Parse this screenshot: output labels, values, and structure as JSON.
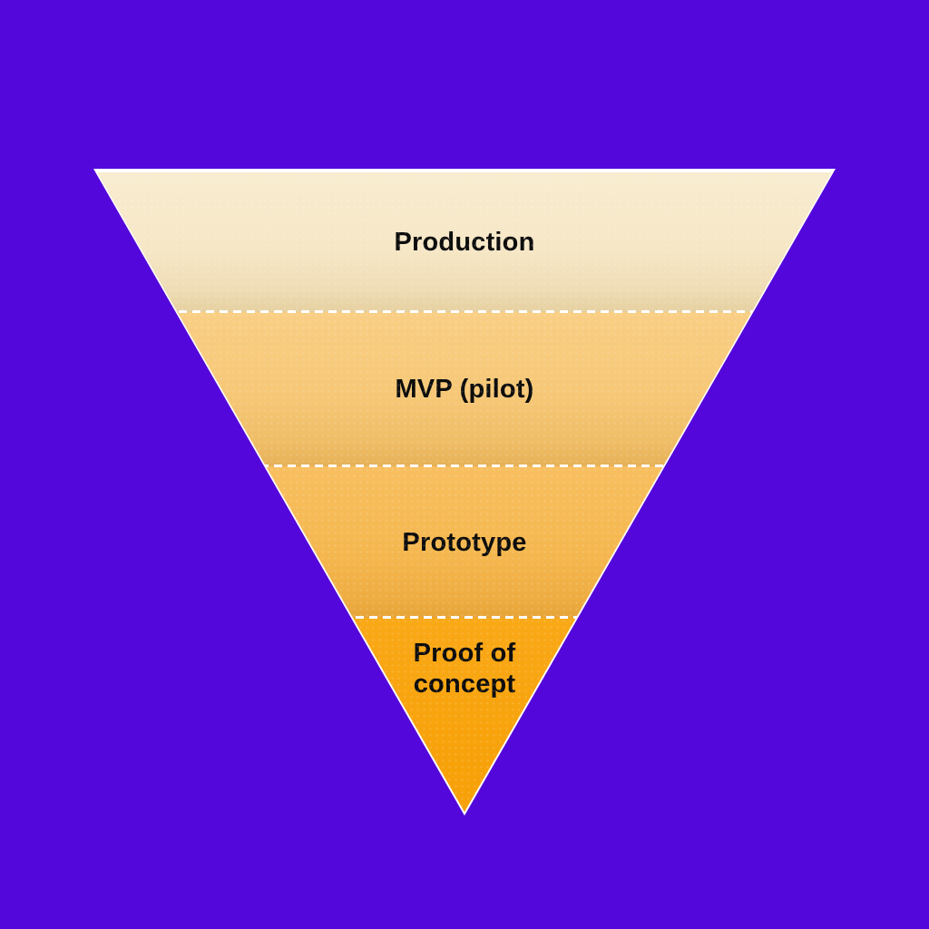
{
  "diagram": {
    "type": "inverted-pyramid-funnel",
    "orientation": "point-down",
    "background_color": "#5407db",
    "outline_color": "#ffffff",
    "separator_style": "white dashed",
    "text_color": "#0d0d0d",
    "tiers": [
      {
        "label": "Production",
        "color_top": "#f8ecd0",
        "color_bottom": "#e6d0a0",
        "order": 1
      },
      {
        "label": "MVP (pilot)",
        "color_top": "#f9cf85",
        "color_bottom": "#e6b158",
        "order": 2
      },
      {
        "label": "Prototype",
        "color_top": "#f8bf60",
        "color_bottom": "#e7a438",
        "order": 3
      },
      {
        "label": "Proof of concept",
        "color_top": "#f9a817",
        "color_bottom": "#f7a008",
        "order": 4
      }
    ]
  }
}
